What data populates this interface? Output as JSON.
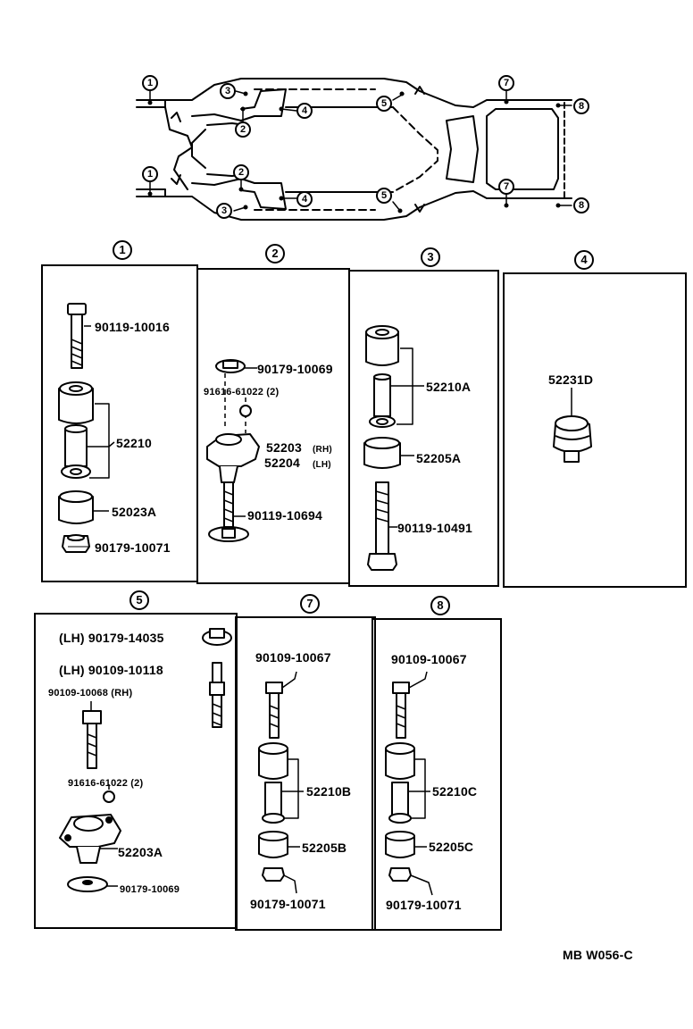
{
  "frame_markers": [
    {
      "id": "m1a",
      "text": "1"
    },
    {
      "id": "m1b",
      "text": "1"
    },
    {
      "id": "m2a",
      "text": "2"
    },
    {
      "id": "m2b",
      "text": "2"
    },
    {
      "id": "m3a",
      "text": "3"
    },
    {
      "id": "m3b",
      "text": "3"
    },
    {
      "id": "m4a",
      "text": "4"
    },
    {
      "id": "m4b",
      "text": "4"
    },
    {
      "id": "m5a",
      "text": "5"
    },
    {
      "id": "m5b",
      "text": "5"
    },
    {
      "id": "m7a",
      "text": "7"
    },
    {
      "id": "m7b",
      "text": "7"
    },
    {
      "id": "m8a",
      "text": "8"
    },
    {
      "id": "m8b",
      "text": "8"
    }
  ],
  "panels": {
    "p1": {
      "number": "1",
      "labels": [
        "90119-10016",
        "52210",
        "52023A",
        "90179-10071"
      ]
    },
    "p2": {
      "number": "2",
      "labels": [
        "90179-10069",
        "91616-61022 (2)",
        "52203",
        "(RH)",
        "52204",
        "(LH)",
        "90119-10694"
      ]
    },
    "p3": {
      "number": "3",
      "labels": [
        "52210A",
        "52205A",
        "90119-10491"
      ]
    },
    "p4": {
      "number": "4",
      "labels": [
        "52231D"
      ]
    },
    "p5": {
      "number": "5",
      "labels": [
        "(LH) 90179-14035",
        "(LH) 90109-10118",
        "90109-10068 (RH)",
        "91616-61022 (2)",
        "52203A",
        "90179-10069"
      ]
    },
    "p7": {
      "number": "7",
      "labels": [
        "90109-10067",
        "52210B",
        "52205B",
        "90179-10071"
      ]
    },
    "p8": {
      "number": "8",
      "labels": [
        "90109-10067",
        "52210C",
        "52205C",
        "90179-10071"
      ]
    }
  },
  "footer_code": "MB W056-C"
}
